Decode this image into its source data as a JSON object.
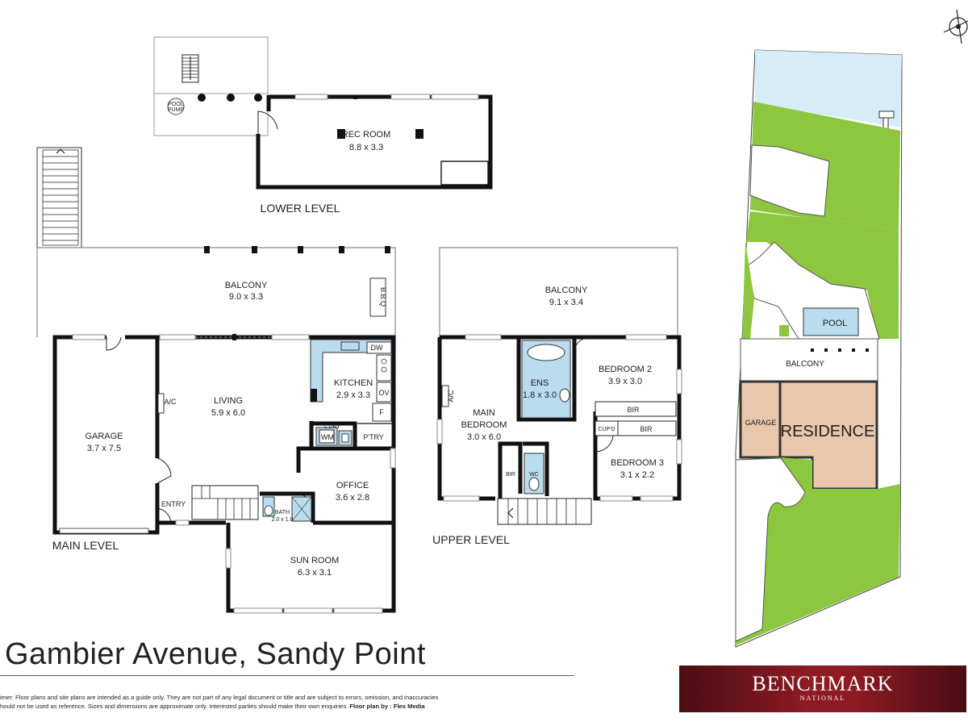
{
  "levels": {
    "lower": "LOWER LEVEL",
    "main": "MAIN LEVEL",
    "upper": "UPPER LEVEL"
  },
  "lower": {
    "rec_room": {
      "name": "REC ROOM",
      "dims": "8.8 x 3.3"
    },
    "pool_pump": [
      "POOL",
      "PUMP"
    ]
  },
  "main": {
    "balcony": {
      "name": "BALCONY",
      "dims": "9.0 x 3.3"
    },
    "bbq": "B.B.Q",
    "garage": {
      "name": "GARAGE",
      "dims": "3.7 x 7.5"
    },
    "ac": "A/C",
    "living": {
      "name": "LIVING",
      "dims": "5.9 x 6.0"
    },
    "kitchen": {
      "name": "KITCHEN",
      "dims": "2.9 x 3.3"
    },
    "dw": "DW",
    "ov": "OV",
    "f": "F",
    "ldry": "L'DRY",
    "wm": "WM",
    "ptry": "P'TRY",
    "office": {
      "name": "OFFICE",
      "dims": "3.6 x 2.8"
    },
    "entry": "ENTRY",
    "bath": {
      "name": "BATH",
      "dims": "2.0 x 1.0"
    },
    "sun_room": {
      "name": "SUN ROOM",
      "dims": "6.3 x 3.1"
    }
  },
  "upper": {
    "balcony": {
      "name": "BALCONY",
      "dims": "9.1 x 3.4"
    },
    "ac": "A/C",
    "main_bedroom": {
      "name1": "MAIN",
      "name2": "BEDROOM",
      "dims": "3.0 x 6.0"
    },
    "ens": {
      "name": "ENS",
      "dims": "1.8 x 3.0"
    },
    "bedroom2": {
      "name": "BEDROOM 2",
      "dims": "3.9 x 3.0"
    },
    "bir": "BIR",
    "cupd": "CUP'D",
    "bedroom3": {
      "name": "BEDROOM 3",
      "dims": "3.1 x 2.2"
    },
    "wc": "WC"
  },
  "site": {
    "pool": "POOL",
    "balcony": "BALCONY",
    "garage": "GARAGE",
    "residence": "RESIDENCE"
  },
  "address": "Gambier Avenue, Sandy Point",
  "disclaimer": {
    "line1": "imer: Floor plans and site plans are intended as a guide only. They are not part of any legal document or title and are subject to errors, omission, and inaccuracies",
    "line2": "hould not be used as reference. Sizes and dimensions are approximate only. Interested parties should make their own enquiries.",
    "credit": "Floor plan by : Flex Media"
  },
  "logo": {
    "brand": "BENCHMARK",
    "sub": "NATIONAL"
  },
  "colors": {
    "lawn": "#8dc63f",
    "water": "#d6ecf7",
    "building": "#e9c7ad",
    "fixture": "#b9dcef",
    "logo": "#8e1a24"
  },
  "icons": [
    "compass-icon",
    "stair-icon",
    "door-swing-icon"
  ]
}
